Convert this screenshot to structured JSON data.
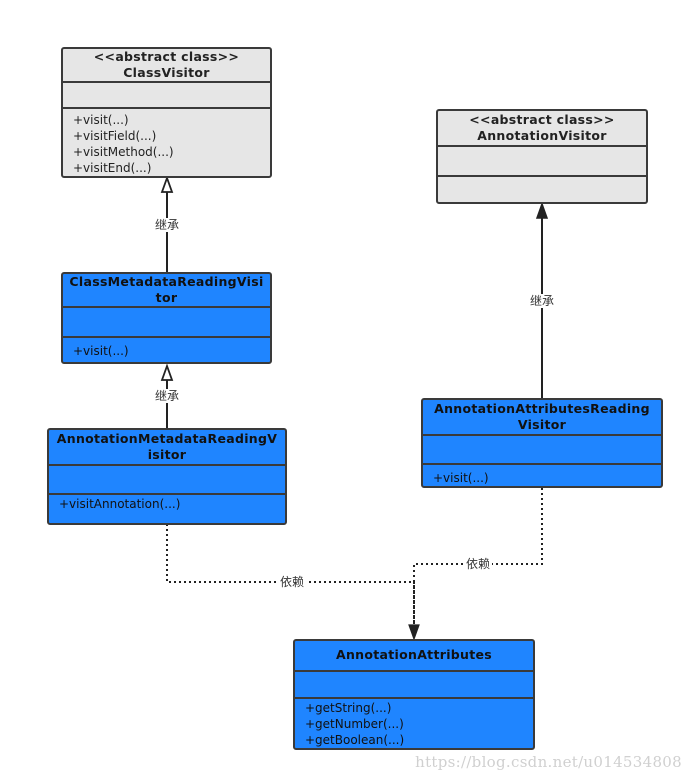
{
  "classes": {
    "class_visitor": {
      "stereotype": "<<abstract class>>",
      "name": "ClassVisitor",
      "operations": [
        "+visit(...)",
        "+visitField(...)",
        "+visitMethod(...)",
        "+visitEnd(...)"
      ]
    },
    "annotation_visitor": {
      "stereotype": "<<abstract class>>",
      "name": "AnnotationVisitor",
      "operations": []
    },
    "class_metadata_reading_visitor": {
      "name_line1": "ClassMetadataReadingVisi",
      "name_line2": "tor",
      "operations": [
        "+visit(...)"
      ]
    },
    "annotation_metadata_reading_visitor": {
      "name_line1": "AnnotationMetadataReadingV",
      "name_line2": "isitor",
      "operations": [
        "+visitAnnotation(...)"
      ]
    },
    "annotation_attributes_reading_visitor": {
      "name_line1": "AnnotationAttributesReading",
      "name_line2": "Visitor",
      "operations": [
        "+visit(...)"
      ]
    },
    "annotation_attributes": {
      "name": "AnnotationAttributes",
      "operations": [
        "+getString(...)",
        "+getNumber(...)",
        "+getBoolean(...)"
      ]
    }
  },
  "edges": {
    "inherit_label": "继承",
    "depend_label": "依赖"
  },
  "colors": {
    "abstract_fill": "#e6e6e6",
    "concrete_fill": "#1f85ff",
    "border": "#3a3a3a"
  },
  "watermark": "https://blog.csdn.net/u014534808"
}
